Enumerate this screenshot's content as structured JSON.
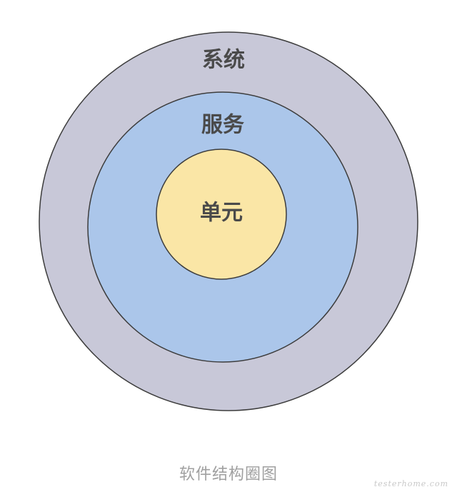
{
  "diagram": {
    "rings": [
      {
        "label": "系统",
        "fill": "#c8c8d8",
        "stroke": "#3c3c3c"
      },
      {
        "label": "服务",
        "fill": "#abc6ea",
        "stroke": "#3c3c3c"
      },
      {
        "label": "单元",
        "fill": "#fae6a6",
        "stroke": "#3c3c3c"
      }
    ],
    "label_color": "#4a4a4a"
  },
  "caption": "软件结构圈图",
  "watermark": "testerhome.com"
}
